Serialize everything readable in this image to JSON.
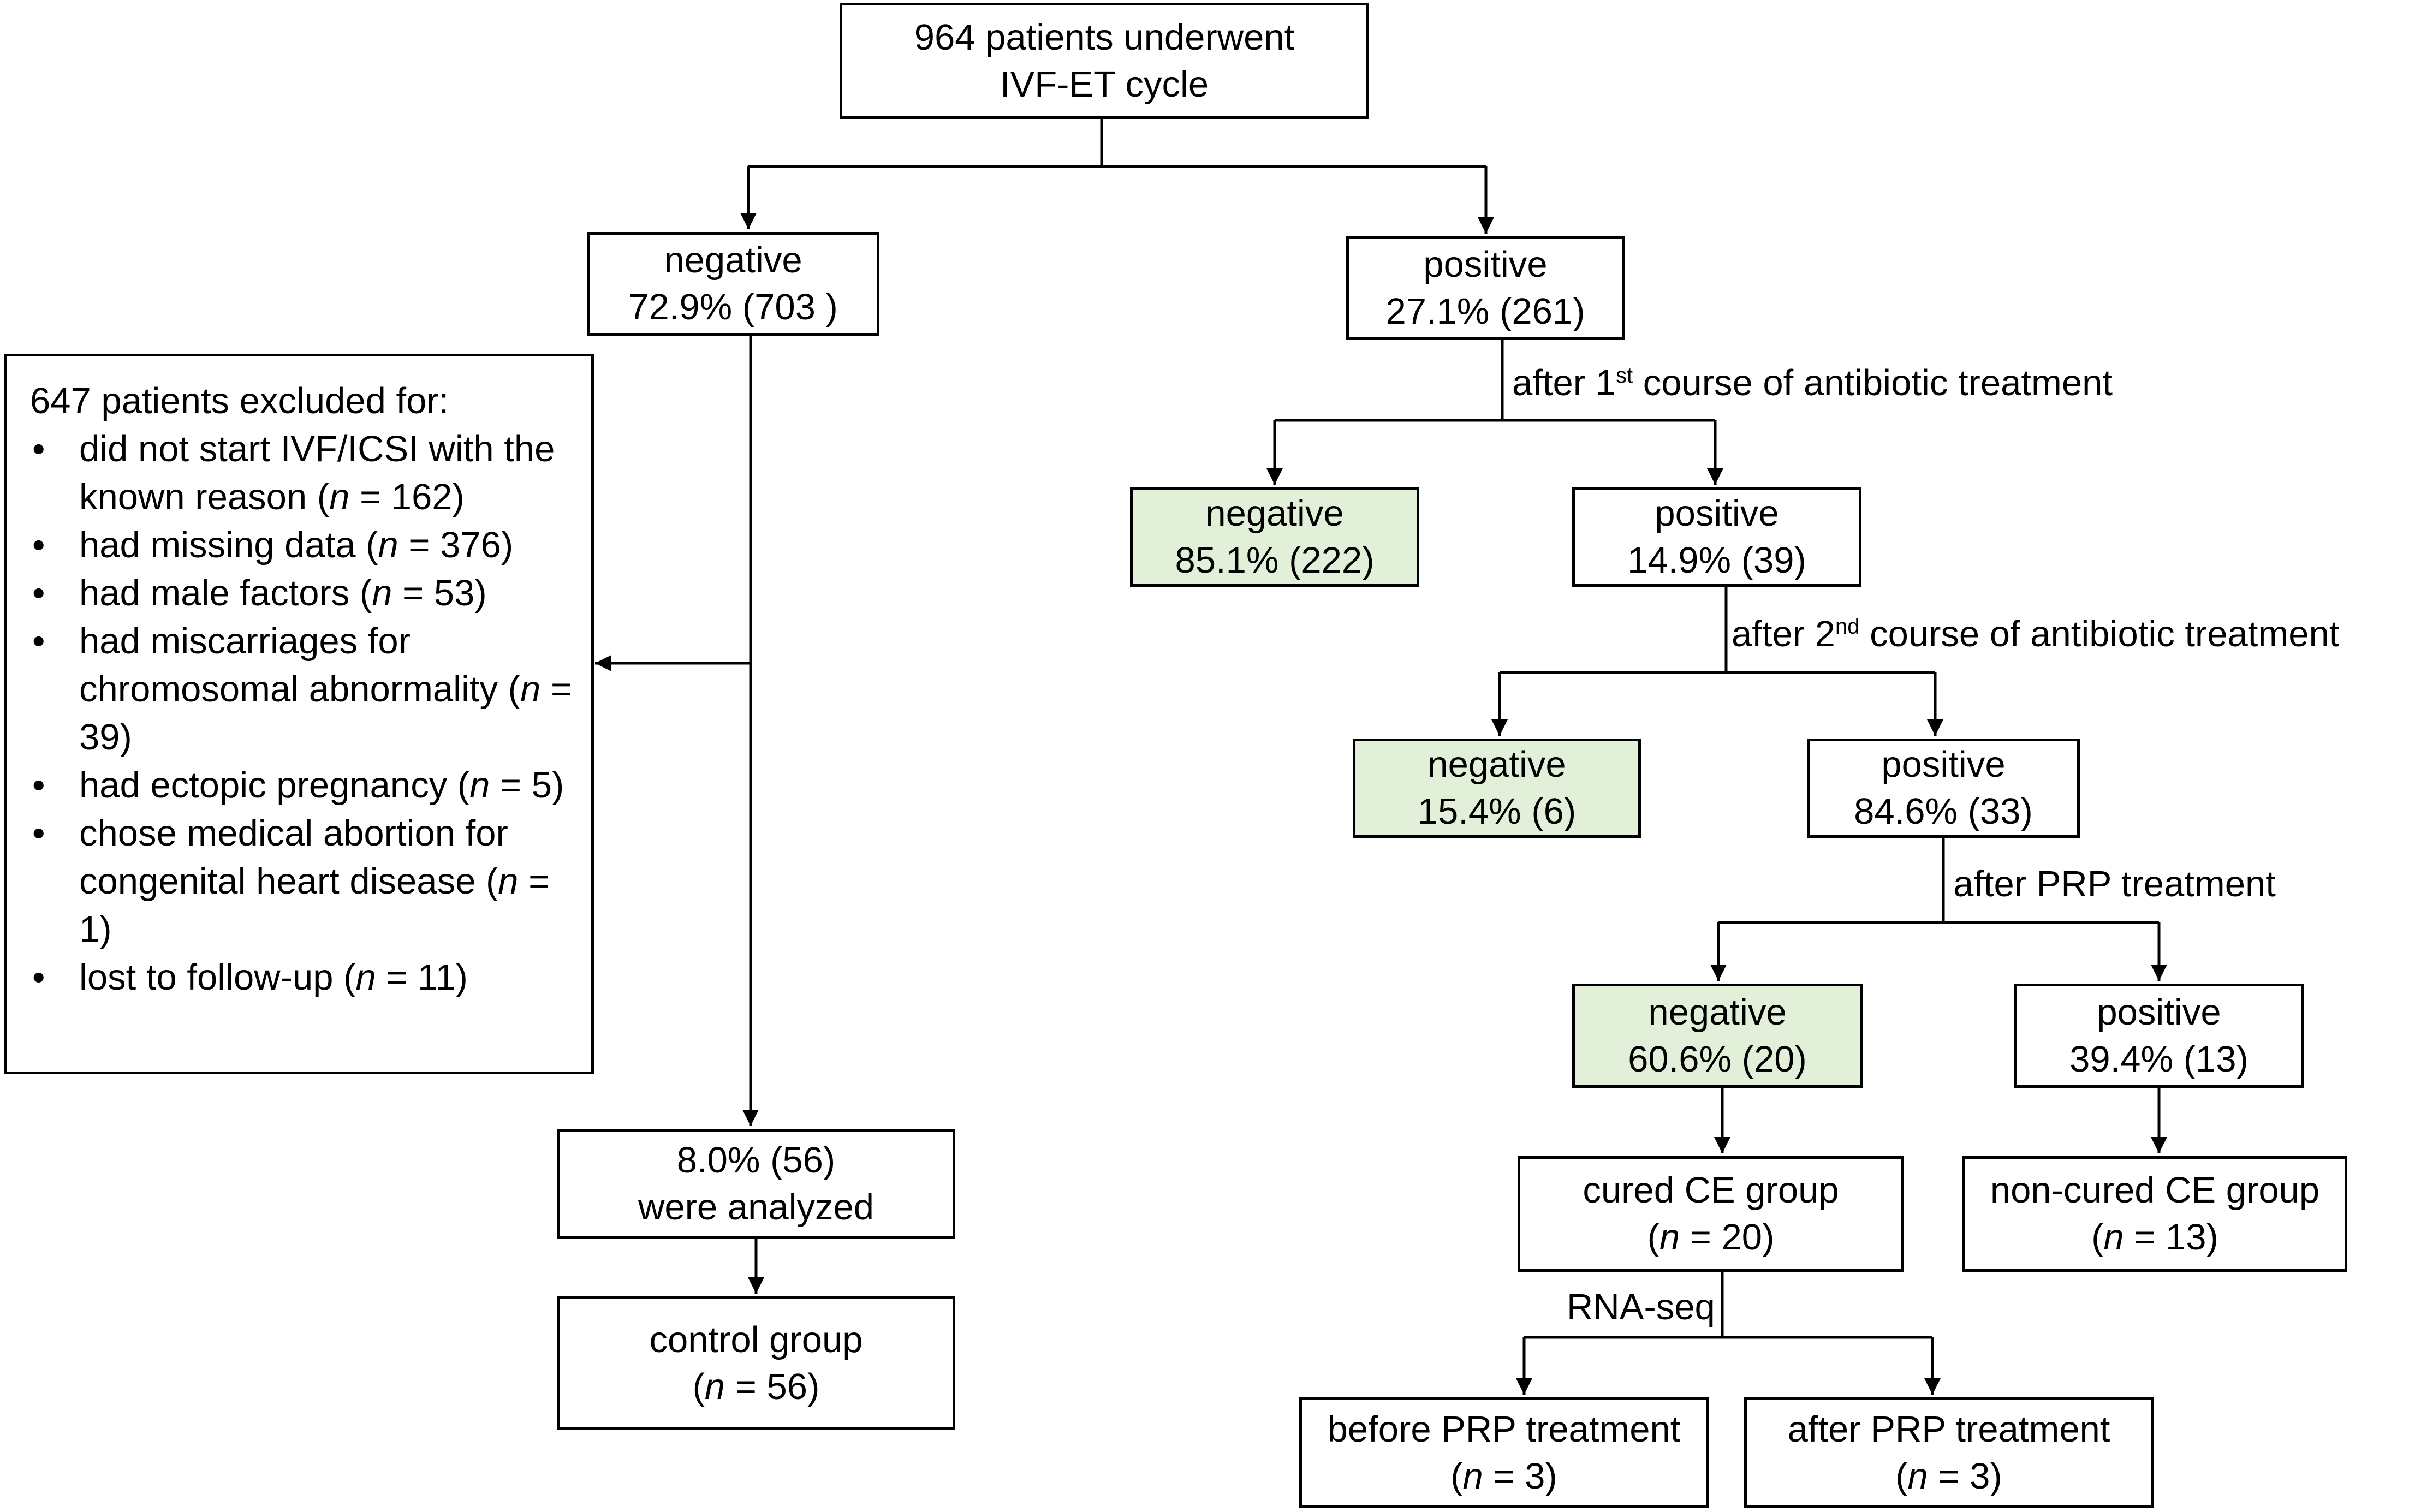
{
  "top": {
    "line1": "964 patients underwent",
    "line2": "IVF-ET cycle"
  },
  "neg1": {
    "line1": "negative",
    "line2": "72.9% (703 )"
  },
  "pos1": {
    "line1": "positive",
    "line2": "27.1% (261)"
  },
  "exclusion": {
    "title": "647 patients excluded for:",
    "items": [
      {
        "pre": "did not start IVF/ICSI with the known reason (",
        "n": "n",
        "post": " = 162)"
      },
      {
        "pre": "had missing data (",
        "n": "n",
        "post": " = 376)"
      },
      {
        "pre": "had male factors (",
        "n": "n",
        "post": " = 53)"
      },
      {
        "pre": "had miscarriages for chromosomal abnormality (",
        "n": "n",
        "post": " = 39)"
      },
      {
        "pre": "had ectopic pregnancy (",
        "n": "n",
        "post": " = 5)"
      },
      {
        "pre": "chose medical abortion for congenital heart disease (",
        "n": "n",
        "post": " = 1)"
      },
      {
        "pre": "lost to follow-up (",
        "n": "n",
        "post": " = 11)"
      }
    ]
  },
  "label1": {
    "pre": "after 1",
    "sup": "st",
    "post": " course of antibiotic treatment"
  },
  "neg2": {
    "line1": "negative",
    "line2": "85.1% (222)"
  },
  "pos2": {
    "line1": "positive",
    "line2": "14.9% (39)"
  },
  "label2": {
    "pre": "after 2",
    "sup": "nd",
    "post": " course of antibiotic treatment"
  },
  "neg3": {
    "line1": "negative",
    "line2": "15.4% (6)"
  },
  "pos3": {
    "line1": "positive",
    "line2": "84.6% (33)"
  },
  "label3": {
    "text": "after PRP treatment"
  },
  "neg4": {
    "line1": "negative",
    "line2": "60.6% (20)"
  },
  "pos4": {
    "line1": "positive",
    "line2": "39.4% (13)"
  },
  "analyzed": {
    "line1": "8.0% (56)",
    "line2": "were analyzed"
  },
  "control": {
    "line1": "control group",
    "n": "n",
    "post": " = 56)"
  },
  "cured": {
    "line1": "cured CE group",
    "n": "n",
    "post": " = 20)"
  },
  "noncured": {
    "line1": "non-cured CE group",
    "n": "n",
    "post": " = 13)"
  },
  "rnaseq": {
    "text": "RNA-seq"
  },
  "before": {
    "line1": "before PRP treatment",
    "n": "n",
    "post": " = 3)"
  },
  "after": {
    "line1": "after PRP treatment",
    "n": "n",
    "post": " = 3)"
  },
  "colors": {
    "green_fill": "#e2efd9",
    "line": "#000000"
  }
}
